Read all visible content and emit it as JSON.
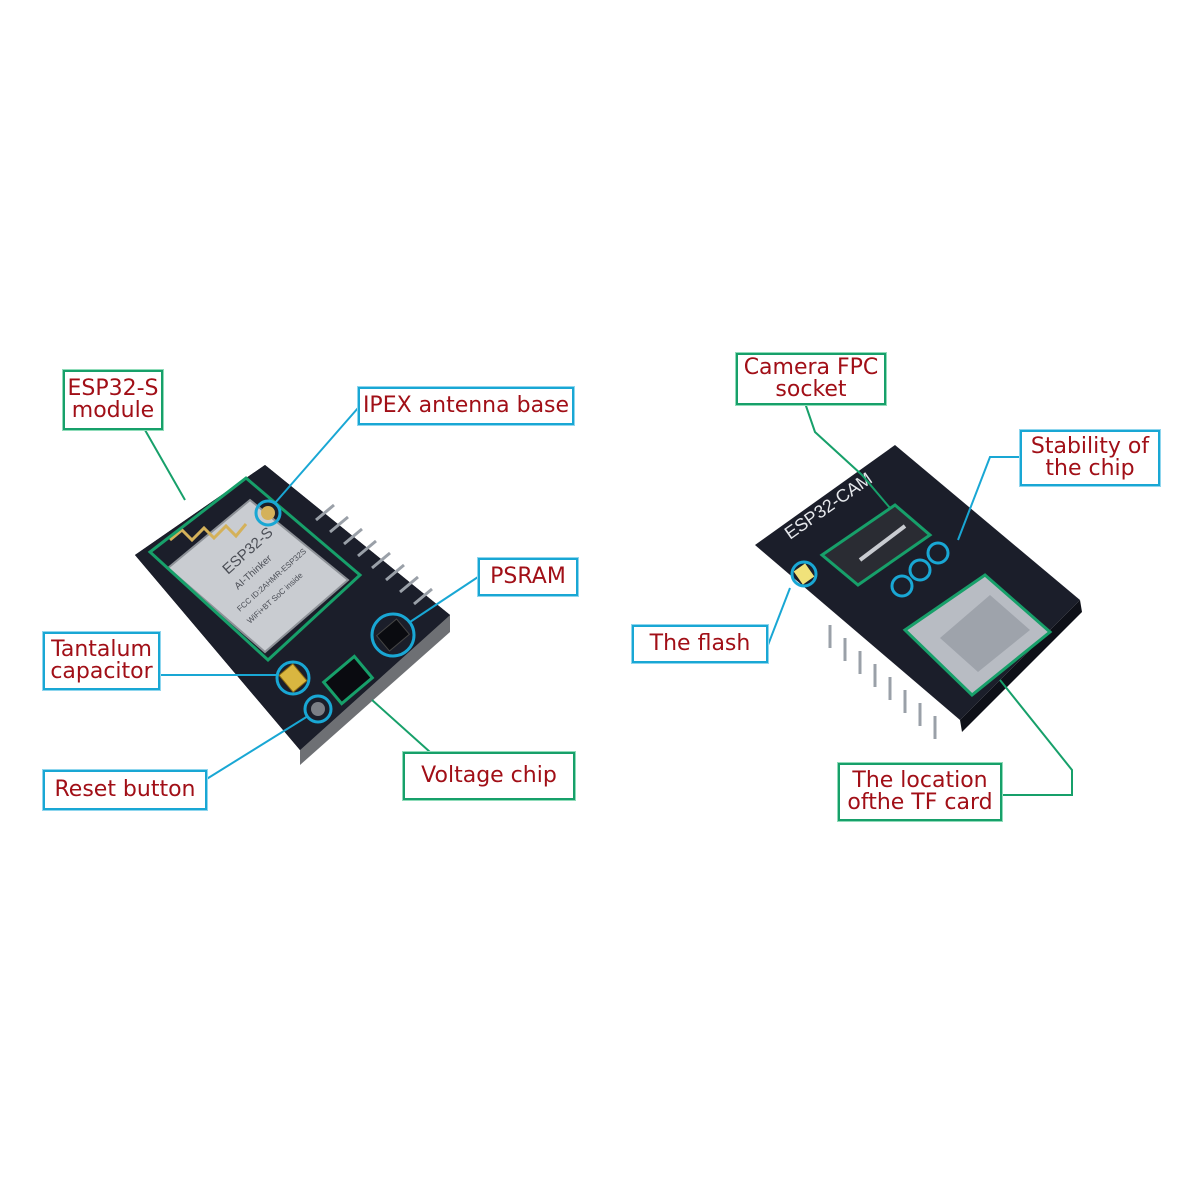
{
  "colors": {
    "label_text": "#a10f17",
    "green_callout": "#17a06a",
    "blue_callout": "#19a7d4",
    "board": "#1b1e2a",
    "module_shield": "#c9ccd1",
    "gold_contact": "#d4b15a"
  },
  "front_board": {
    "module_marking": {
      "line1": "ESP32-S",
      "line2": "AI-Thinker",
      "line3": "FCC ID:2AHMR-ESP32S",
      "line4": "WiFi+BT SoC inside"
    },
    "callouts": {
      "esp32_module": "ESP32-S\nmodule",
      "ipex_antenna": "IPEX antenna base",
      "psram": "PSRAM",
      "tantalum": "Tantalum\ncapacitor",
      "reset": "Reset button",
      "voltage_chip": "Voltage chip"
    }
  },
  "back_board": {
    "silkscreen": "ESP32-CAM",
    "callouts": {
      "camera_fpc": "Camera FPC\nsocket",
      "stability": "Stability of\nthe chip",
      "flash": "The flash",
      "tf_card": "The location\nofthe TF card"
    }
  }
}
